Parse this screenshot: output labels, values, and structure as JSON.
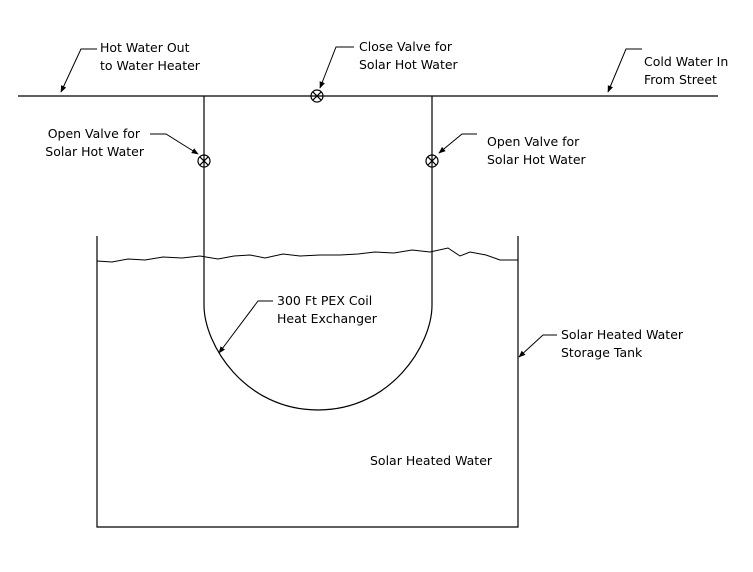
{
  "labels": {
    "hot_water_out": [
      "Hot Water Out",
      "to Water Heater"
    ],
    "close_valve": [
      "Close Valve for",
      "Solar Hot Water"
    ],
    "cold_water_in": [
      "Cold Water In",
      "From Street"
    ],
    "open_valve_left": [
      "Open Valve for",
      "Solar Hot Water"
    ],
    "open_valve_right": [
      "Open Valve for",
      "Solar Hot Water"
    ],
    "coil": [
      "300 Ft PEX Coil",
      "Heat Exchanger"
    ],
    "tank": [
      "Solar Heated Water",
      "Storage Tank"
    ],
    "water": "Solar Heated Water"
  },
  "icons": {
    "valve": "valve-symbol-circle-x",
    "leader": "leader-arrow"
  },
  "colors": {
    "line": "#000000",
    "background": "#ffffff"
  }
}
